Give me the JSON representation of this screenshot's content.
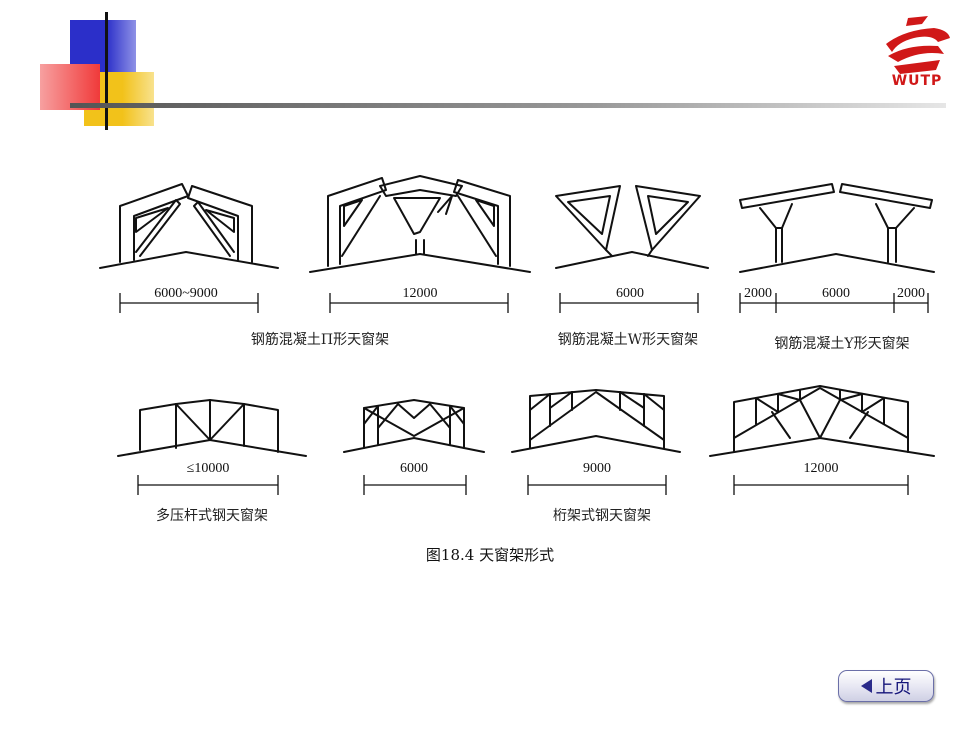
{
  "logo": {
    "icon": "wutp-logo-icon",
    "text": "WUTP",
    "color": "#d01818"
  },
  "colors": {
    "blue_square": "#2b2fc9",
    "yellow_square": "#f2c21a",
    "red_square": "#f03a3a",
    "rule": "#777777"
  },
  "figure": {
    "caption": "图18.4  天窗架形式",
    "row1": {
      "dims": [
        "6000~9000",
        "12000",
        "6000",
        "2000",
        "6000",
        "2000"
      ],
      "captions": [
        "钢筋混凝土Π形天窗架",
        "钢筋混凝土W形天窗架",
        "钢筋混凝土Y形天窗架"
      ]
    },
    "row2": {
      "dims": [
        "≤10000",
        "6000",
        "9000",
        "12000"
      ],
      "captions": [
        "多压杆式钢天窗架",
        "桁架式钢天窗架"
      ]
    }
  },
  "nav": {
    "prev_label": "上页",
    "prev_icon": "triangle-left-icon"
  }
}
